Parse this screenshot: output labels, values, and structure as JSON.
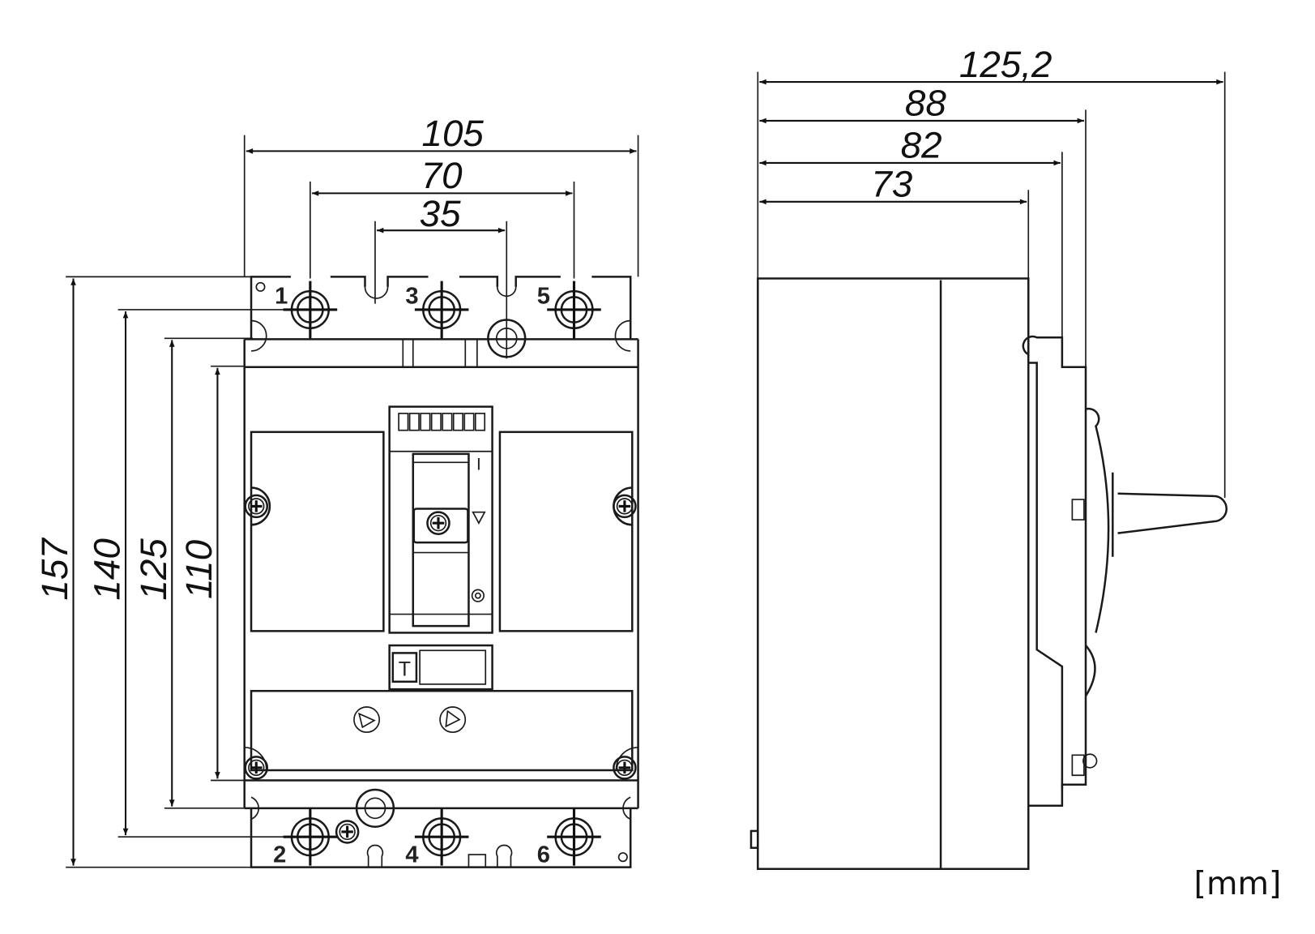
{
  "front_view": {
    "dimensions": {
      "width_total": "105",
      "pole_pitch_outer": "70",
      "pole_pitch_inner": "35",
      "height_total": "157",
      "height_terminals": "140",
      "height_mounting": "125",
      "height_body": "110"
    },
    "terminals_top": [
      "1",
      "3",
      "5"
    ],
    "terminals_bottom": [
      "2",
      "4",
      "6"
    ],
    "test_button_label": "T",
    "on_marker": "I"
  },
  "side_view": {
    "dimensions": {
      "depth_handle": "125,2",
      "depth_88": "88",
      "depth_82": "82",
      "depth_73": "73"
    }
  },
  "units": "[mm]"
}
